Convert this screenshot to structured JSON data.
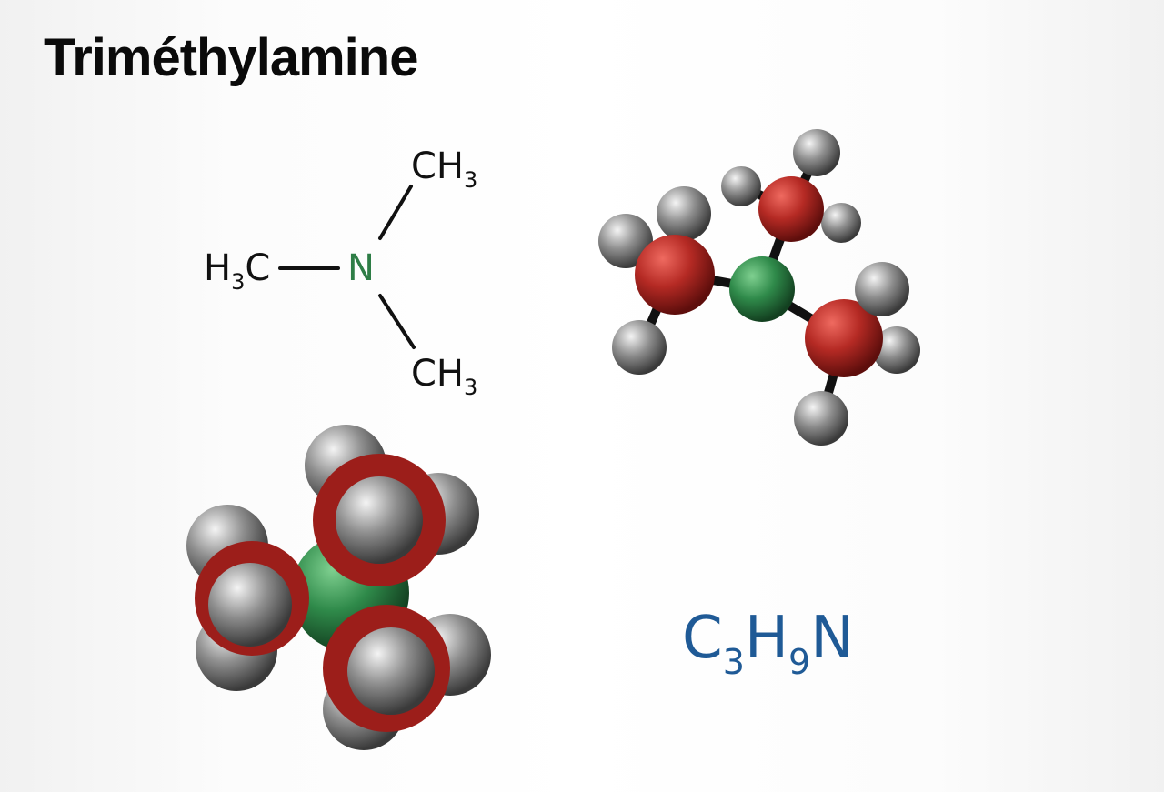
{
  "title": "Triméthylamine",
  "structural": {
    "top": {
      "main": "CH",
      "sub": "3"
    },
    "left": {
      "main1": "H",
      "sub": "3",
      "main2": "C"
    },
    "center": "N",
    "bottom": {
      "main": "CH",
      "sub": "3"
    }
  },
  "formula": {
    "c": "C",
    "c_sub": "3",
    "h": "H",
    "h_sub": "9",
    "n": "N"
  },
  "colors": {
    "carbon": "#b52a24",
    "nitrogen": "#2f8a4a",
    "hydrogen": "#8a8a8a",
    "formula": "#1f5a96"
  }
}
